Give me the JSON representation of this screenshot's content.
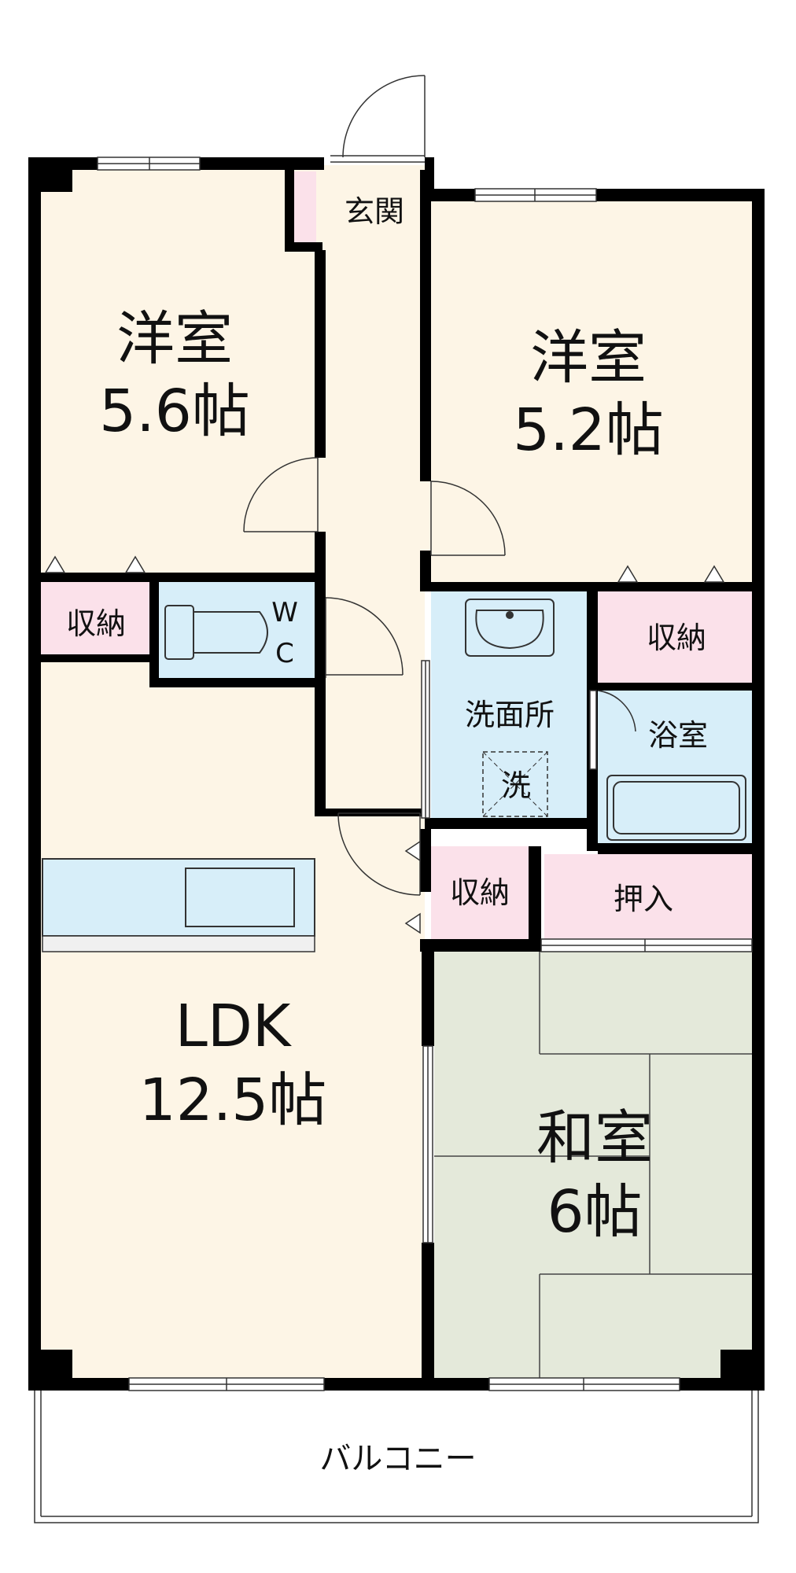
{
  "rooms": {
    "western1": {
      "name": "洋室",
      "size": "5.6帖"
    },
    "western2": {
      "name": "洋室",
      "size": "5.2帖"
    },
    "ldk": {
      "name": "LDK",
      "size": "12.5帖"
    },
    "japanese": {
      "name": "和室",
      "size": "6帖"
    }
  },
  "labels": {
    "entrance": "玄関",
    "storage_left": "収納",
    "storage_right": "収納",
    "storage_hall": "収納",
    "closet": "押入",
    "washroom": "洗面所",
    "washer": "洗",
    "bathroom": "浴室",
    "wc_top": "W",
    "wc_bottom": "C",
    "balcony": "バルコニー"
  },
  "colors": {
    "floor": "#fdf5e6",
    "wet_area": "#d7eef9",
    "storage": "#fbe1ea",
    "tatami": "#e4e9da",
    "wall": "#000000"
  }
}
